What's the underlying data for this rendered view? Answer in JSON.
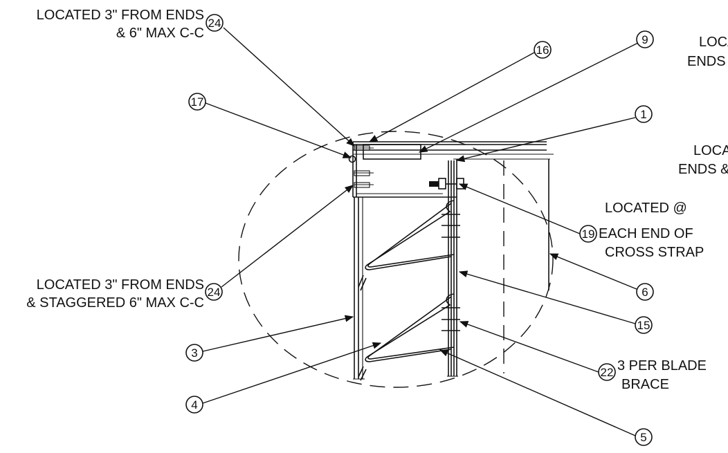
{
  "notes": {
    "n24_top_line1": "LOCATED 3\" FROM ENDS",
    "n24_top_line2": "& 6\" MAX C-C",
    "n24_mid_line1": "LOCATED 3\" FROM ENDS",
    "n24_mid_line2": "& STAGGERED 6\" MAX C-C",
    "n19_line1": "LOCATED @",
    "n19_line2": "EACH END OF",
    "n19_line3": "CROSS STRAP",
    "n22_line1": "3 PER BLADE",
    "n22_line2": "BRACE",
    "cut_right_1a": "LOCA",
    "cut_right_1b": "ENDS",
    "cut_right_2a": "LOCA",
    "cut_right_2b": "ENDS &"
  },
  "callouts": {
    "c24_top": "24",
    "c16": "16",
    "c9": "9",
    "c17": "17",
    "c1": "1",
    "c19": "19",
    "c24_mid": "24",
    "c6": "6",
    "c15": "15",
    "c3": "3",
    "c22": "22",
    "c4": "4",
    "c5": "5"
  }
}
